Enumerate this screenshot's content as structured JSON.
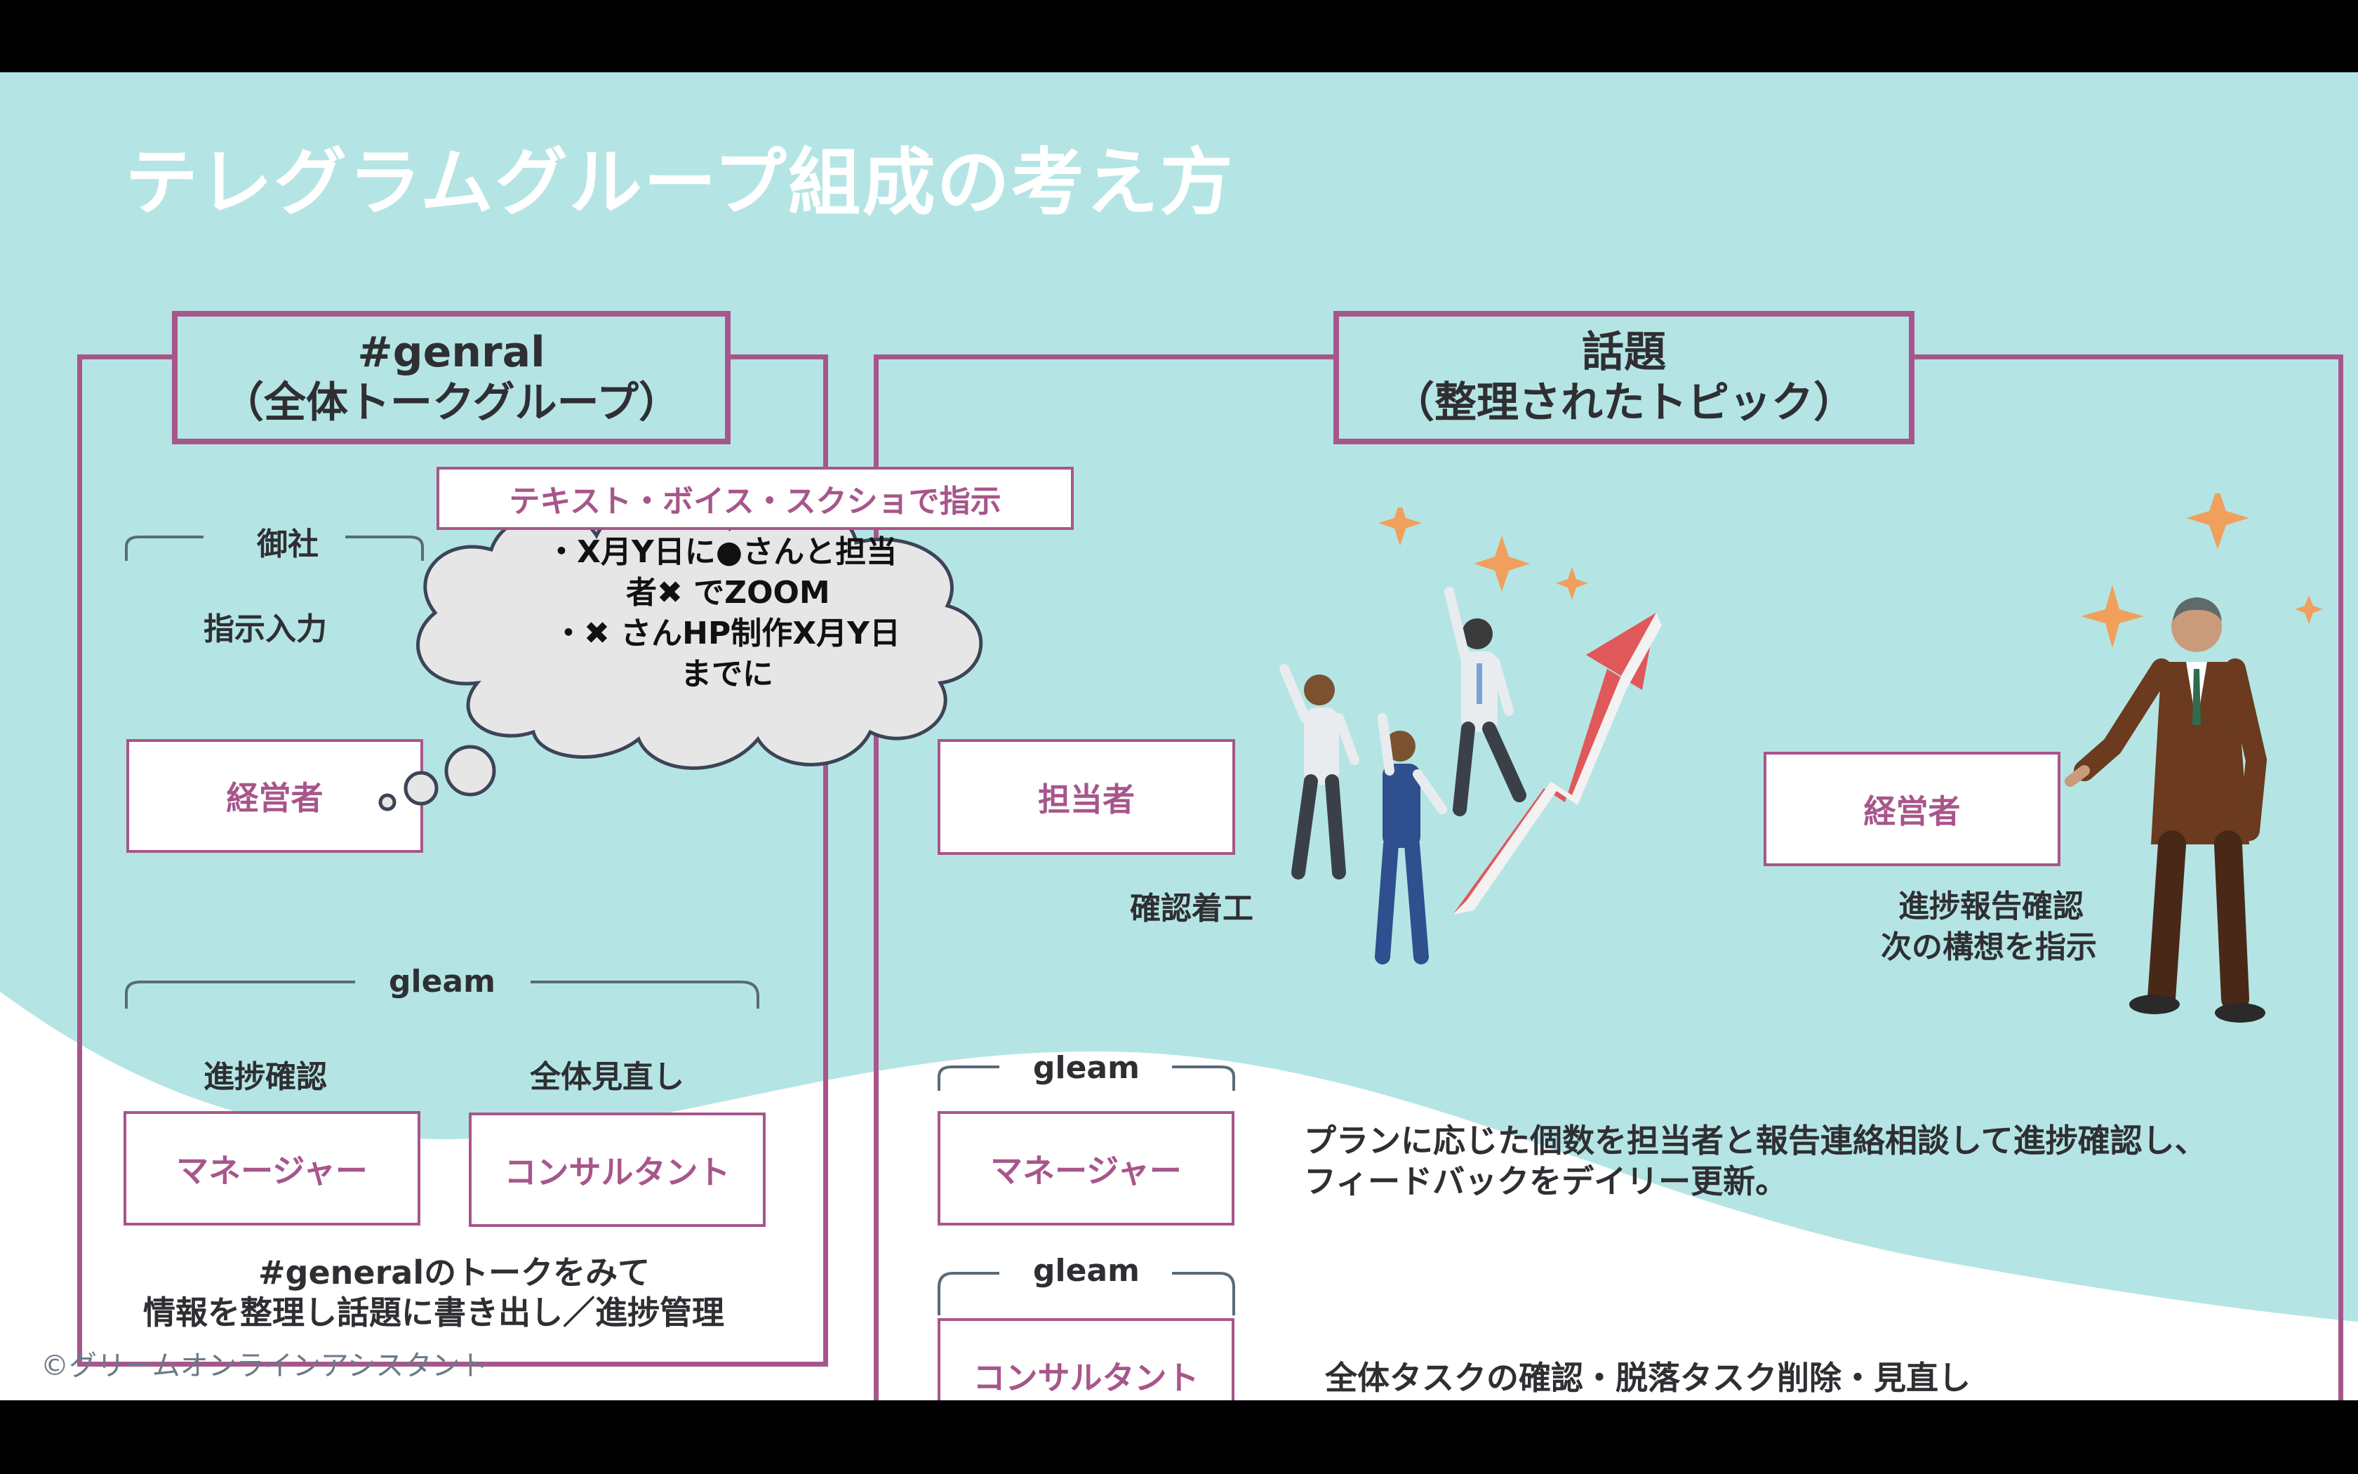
{
  "title": "テレグラムグループ組成の考え方",
  "left_panel": {
    "header_line1": "#genral",
    "header_line2": "（全体トークグループ）",
    "client_group_label": "御社",
    "instruction_label": "指示入力",
    "executive": "経営者",
    "gleam_label": "gleam",
    "progress_label": "進捗確認",
    "review_label": "全体見直し",
    "manager": "マネージャー",
    "consultant": "コンサルタント",
    "footer_line1": "#generalのトークをみて",
    "footer_line2": "情報を整理し話題に書き出し／進捗管理"
  },
  "bubble": {
    "banner": "テキスト・ボイス・スクショで指示",
    "lines": [
      "・X月Y日に●さんと担当",
      "者✖︎ でZOOM",
      "・✖︎ さんHP制作X月Y日",
      "までに"
    ]
  },
  "right_panel": {
    "header_line1": "話題",
    "header_line2": "（整理されたトピック）",
    "assignee": "担当者",
    "assignee_note": "確認着工",
    "executive": "経営者",
    "executive_note_line1": "進捗報告確認",
    "executive_note_line2": "次の構想を指示",
    "gleam_label_1": "gleam",
    "manager": "マネージャー",
    "manager_note_line1": "プランに応じた個数を担当者と報告連絡相談して進捗確認し、",
    "manager_note_line2": "フィードバックをデイリー更新。",
    "gleam_label_2": "gleam",
    "consultant": "コンサルタント",
    "consultant_note": "全体タスクの確認・脱落タスク削除・見直し"
  },
  "copyright": "©グリームオンラインアシスタント",
  "colors": {
    "background": "#b4e5e4",
    "accent": "#a7568b",
    "text": "#2f2f33",
    "arrow": "#e0585a",
    "sparkle": "#f0a05c"
  }
}
